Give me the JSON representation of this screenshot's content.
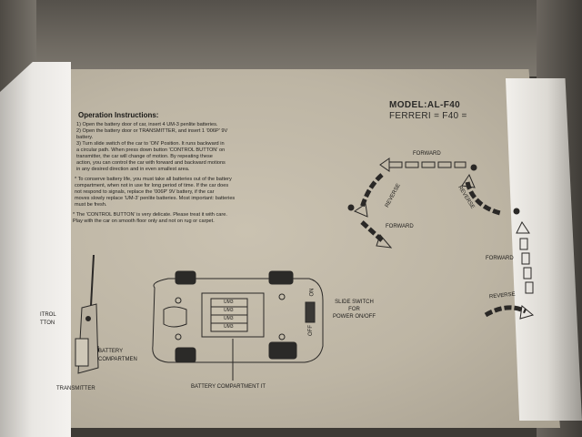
{
  "card": {
    "heading": "Operation Instructions:",
    "model_line": "MODEL:AL-F40",
    "ferreri_line": "FERRERI = F40 =",
    "instructions": [
      "1) Open the battery door of car, insert 4 UM-3 penlite batteries.",
      "2) Open the battery door or TRANSMITTER, and insert 1 '006P' 9V",
      "    battery.",
      "3) Turn slide switch of the car to 'ON' Position. It runs backward in",
      "    a circular path. When press down button 'CONTROL BUTTON' on",
      "    transmitter, the car will change of motion. By repeating these",
      "    action, you can control the car with forward and backward motions",
      "    in any desired direction and in even smallest area.",
      "* To conserve battery life, you must take all batteries out of the battery",
      "    compartment, when not in use for long period of time. If the car does",
      "    not respond to signals, replace the '006P' 9V battery, if the car",
      "    moves slowly replace 'UM-3' penlite batteries. Most important: batteries",
      "    must be fresh.",
      "* The 'CONTROL BUTTON' is very delicate. Please treat it with care.",
      "    Play with the car on smooth floor only and not on rug or carpet."
    ],
    "labels": {
      "control_button": "ITROL\nTTON",
      "battery_compartment": "BATTERY\nCOMPARTMEN",
      "transmitter": "TRANSMITTER",
      "slide_switch": "SLIDE SWITCH\nFOR\nPOWER ON/OFF",
      "battery_compartment_car": "BATTERY COMPARTMENT IT",
      "um3": "UM3",
      "on": "ON",
      "off": "OFF"
    },
    "diagram": {
      "forward_1": "FORWARD",
      "reverse_1": "REVERSE",
      "reverse_2": "REVERSE",
      "forward_2": "FORWARD",
      "forward_3": "FORWARD",
      "reverse_3": "REVERSE"
    }
  },
  "colors": {
    "card": "#c4bcab",
    "ink": "#1e1d1b",
    "strip": "#ecebe7",
    "box": "#5a5650"
  }
}
